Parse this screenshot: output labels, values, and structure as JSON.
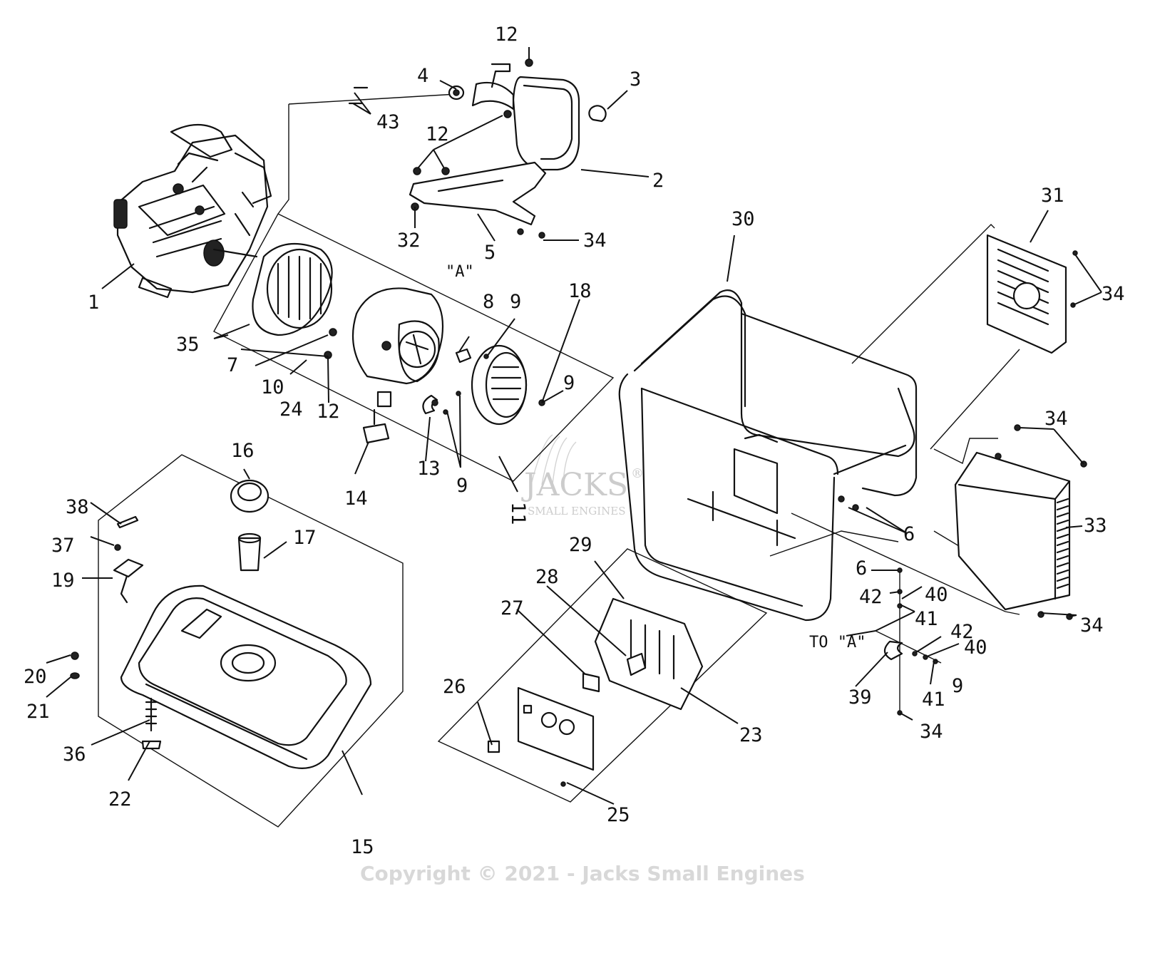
{
  "diagram": {
    "callouts": [
      "1",
      "2",
      "3",
      "4",
      "5",
      "6",
      "6",
      "7",
      "8",
      "9",
      "9",
      "9",
      "9",
      "10",
      "11",
      "12",
      "12",
      "12",
      "13",
      "14",
      "15",
      "16",
      "17",
      "18",
      "19",
      "20",
      "21",
      "22",
      "23",
      "24",
      "25",
      "26",
      "27",
      "28",
      "29",
      "30",
      "31",
      "32",
      "33",
      "34",
      "34",
      "34",
      "34",
      "34",
      "35",
      "36",
      "37",
      "38",
      "39",
      "40",
      "40",
      "41",
      "41",
      "42",
      "42",
      "43"
    ],
    "ref_labels": {
      "a_marker": "\"A\"",
      "to_a": "TO \"A\""
    },
    "watermark": {
      "brand": "JACKS",
      "subtitle": "SMALL ENGINES",
      "registered": "®"
    },
    "copyright": "Copyright © 2021 - Jacks Small Engines"
  }
}
